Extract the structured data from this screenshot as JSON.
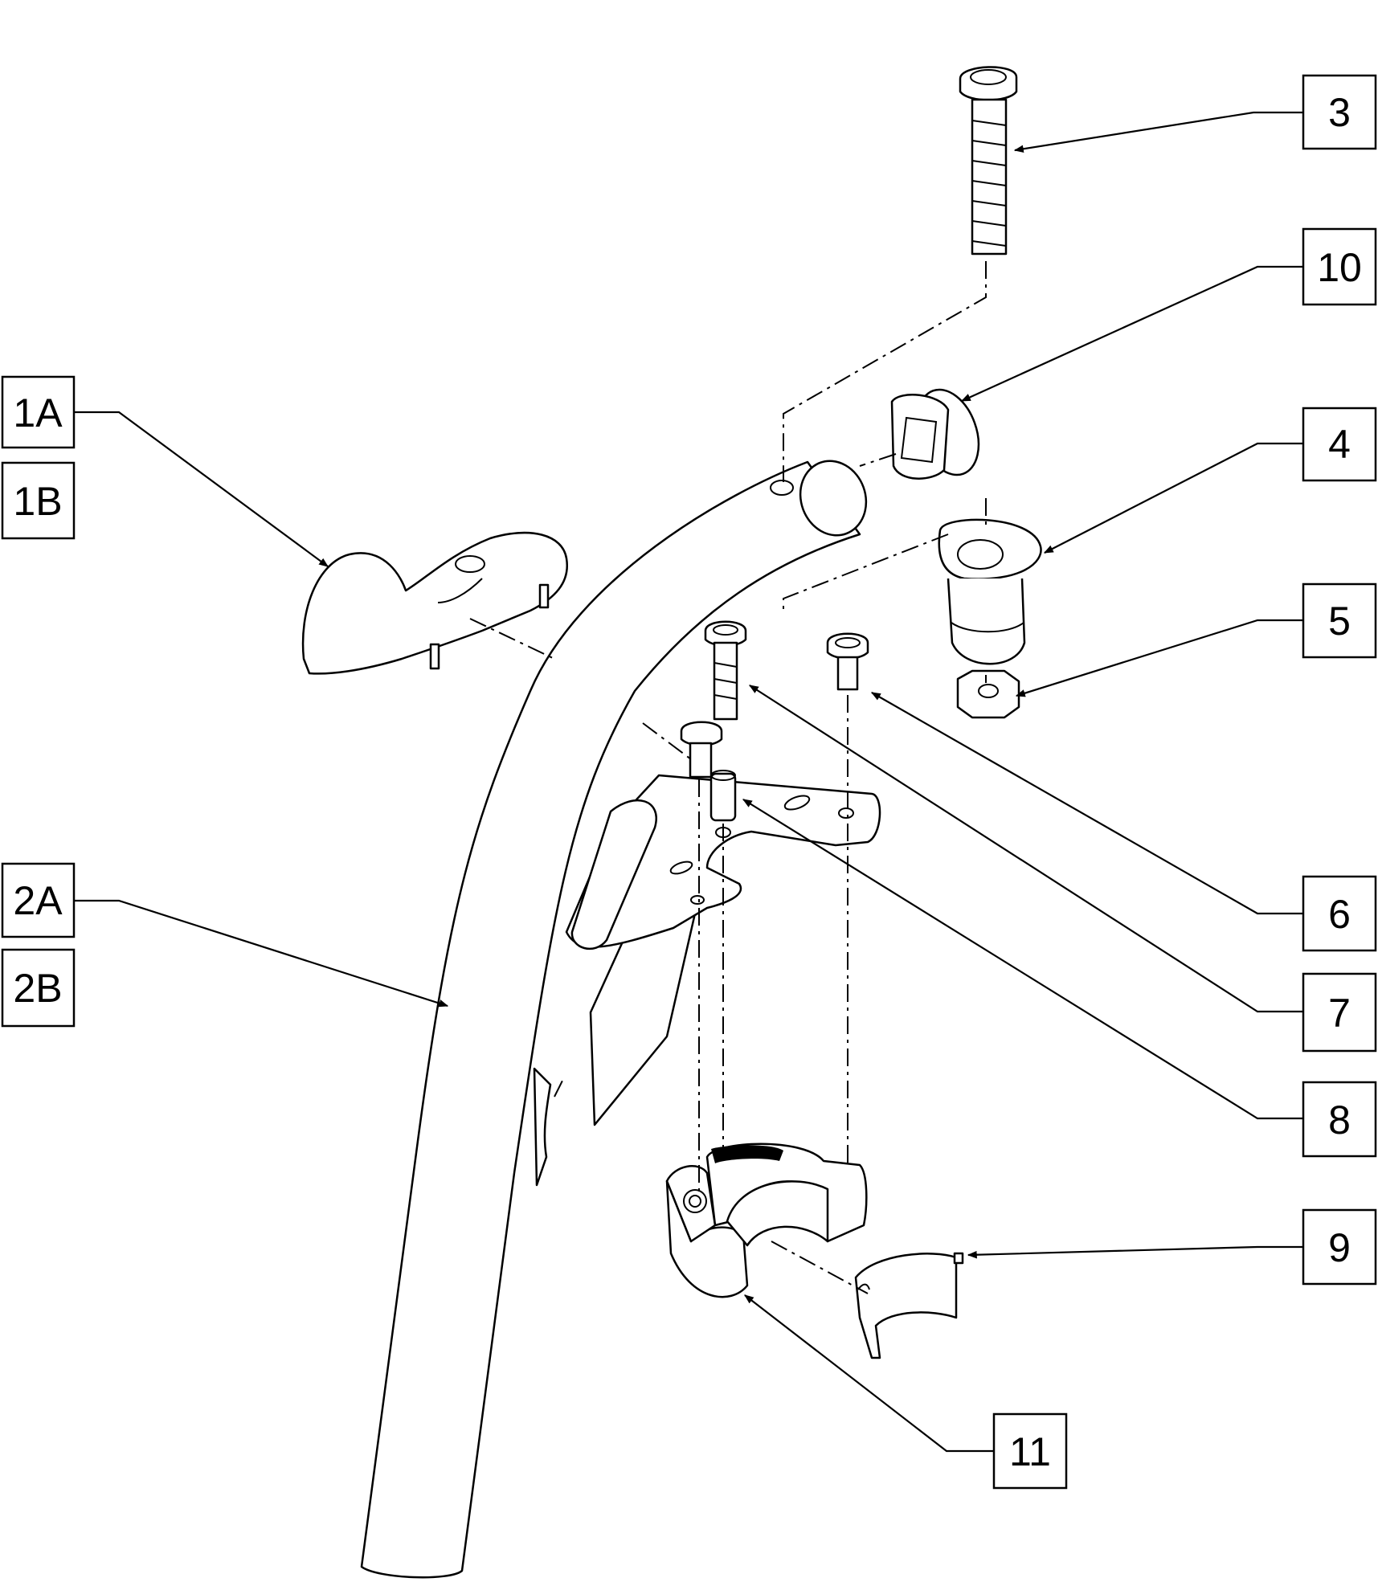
{
  "callouts": [
    {
      "id": "c-1a",
      "label": "1A"
    },
    {
      "id": "c-1b",
      "label": "1B"
    },
    {
      "id": "c-2a",
      "label": "2A"
    },
    {
      "id": "c-2b",
      "label": "2B"
    },
    {
      "id": "c-3",
      "label": "3"
    },
    {
      "id": "c-4",
      "label": "4"
    },
    {
      "id": "c-5",
      "label": "5"
    },
    {
      "id": "c-6",
      "label": "6"
    },
    {
      "id": "c-7",
      "label": "7"
    },
    {
      "id": "c-8",
      "label": "8"
    },
    {
      "id": "c-9",
      "label": "9"
    },
    {
      "id": "c-10",
      "label": "10"
    },
    {
      "id": "c-11",
      "label": "11"
    }
  ]
}
